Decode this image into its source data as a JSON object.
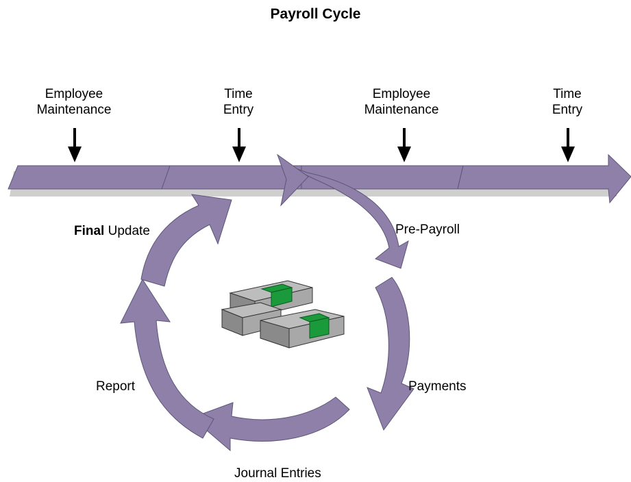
{
  "title": "Payroll Cycle",
  "timeline": [
    {
      "line1": "Employee",
      "line2": "Maintenance"
    },
    {
      "line1": "Time",
      "line2": "Entry"
    },
    {
      "line1": "Employee",
      "line2": "Maintenance"
    },
    {
      "line1": "Time",
      "line2": "Entry"
    }
  ],
  "cycle": {
    "final_update_bold": "Final",
    "final_update_rest": " Update",
    "pre_payroll": "Pre-Payroll",
    "payments": "Payments",
    "journal_entries": "Journal Entries",
    "report": "Report"
  },
  "colors": {
    "arrow_fill": "#8e80a8",
    "arrow_shadow": "#c9c9c9",
    "money_gray": "#9a9a9a",
    "money_green": "#1a9a3a"
  },
  "icons": [
    "down-arrow-icon",
    "cycle-arrow-icon",
    "money-stack-icon"
  ]
}
